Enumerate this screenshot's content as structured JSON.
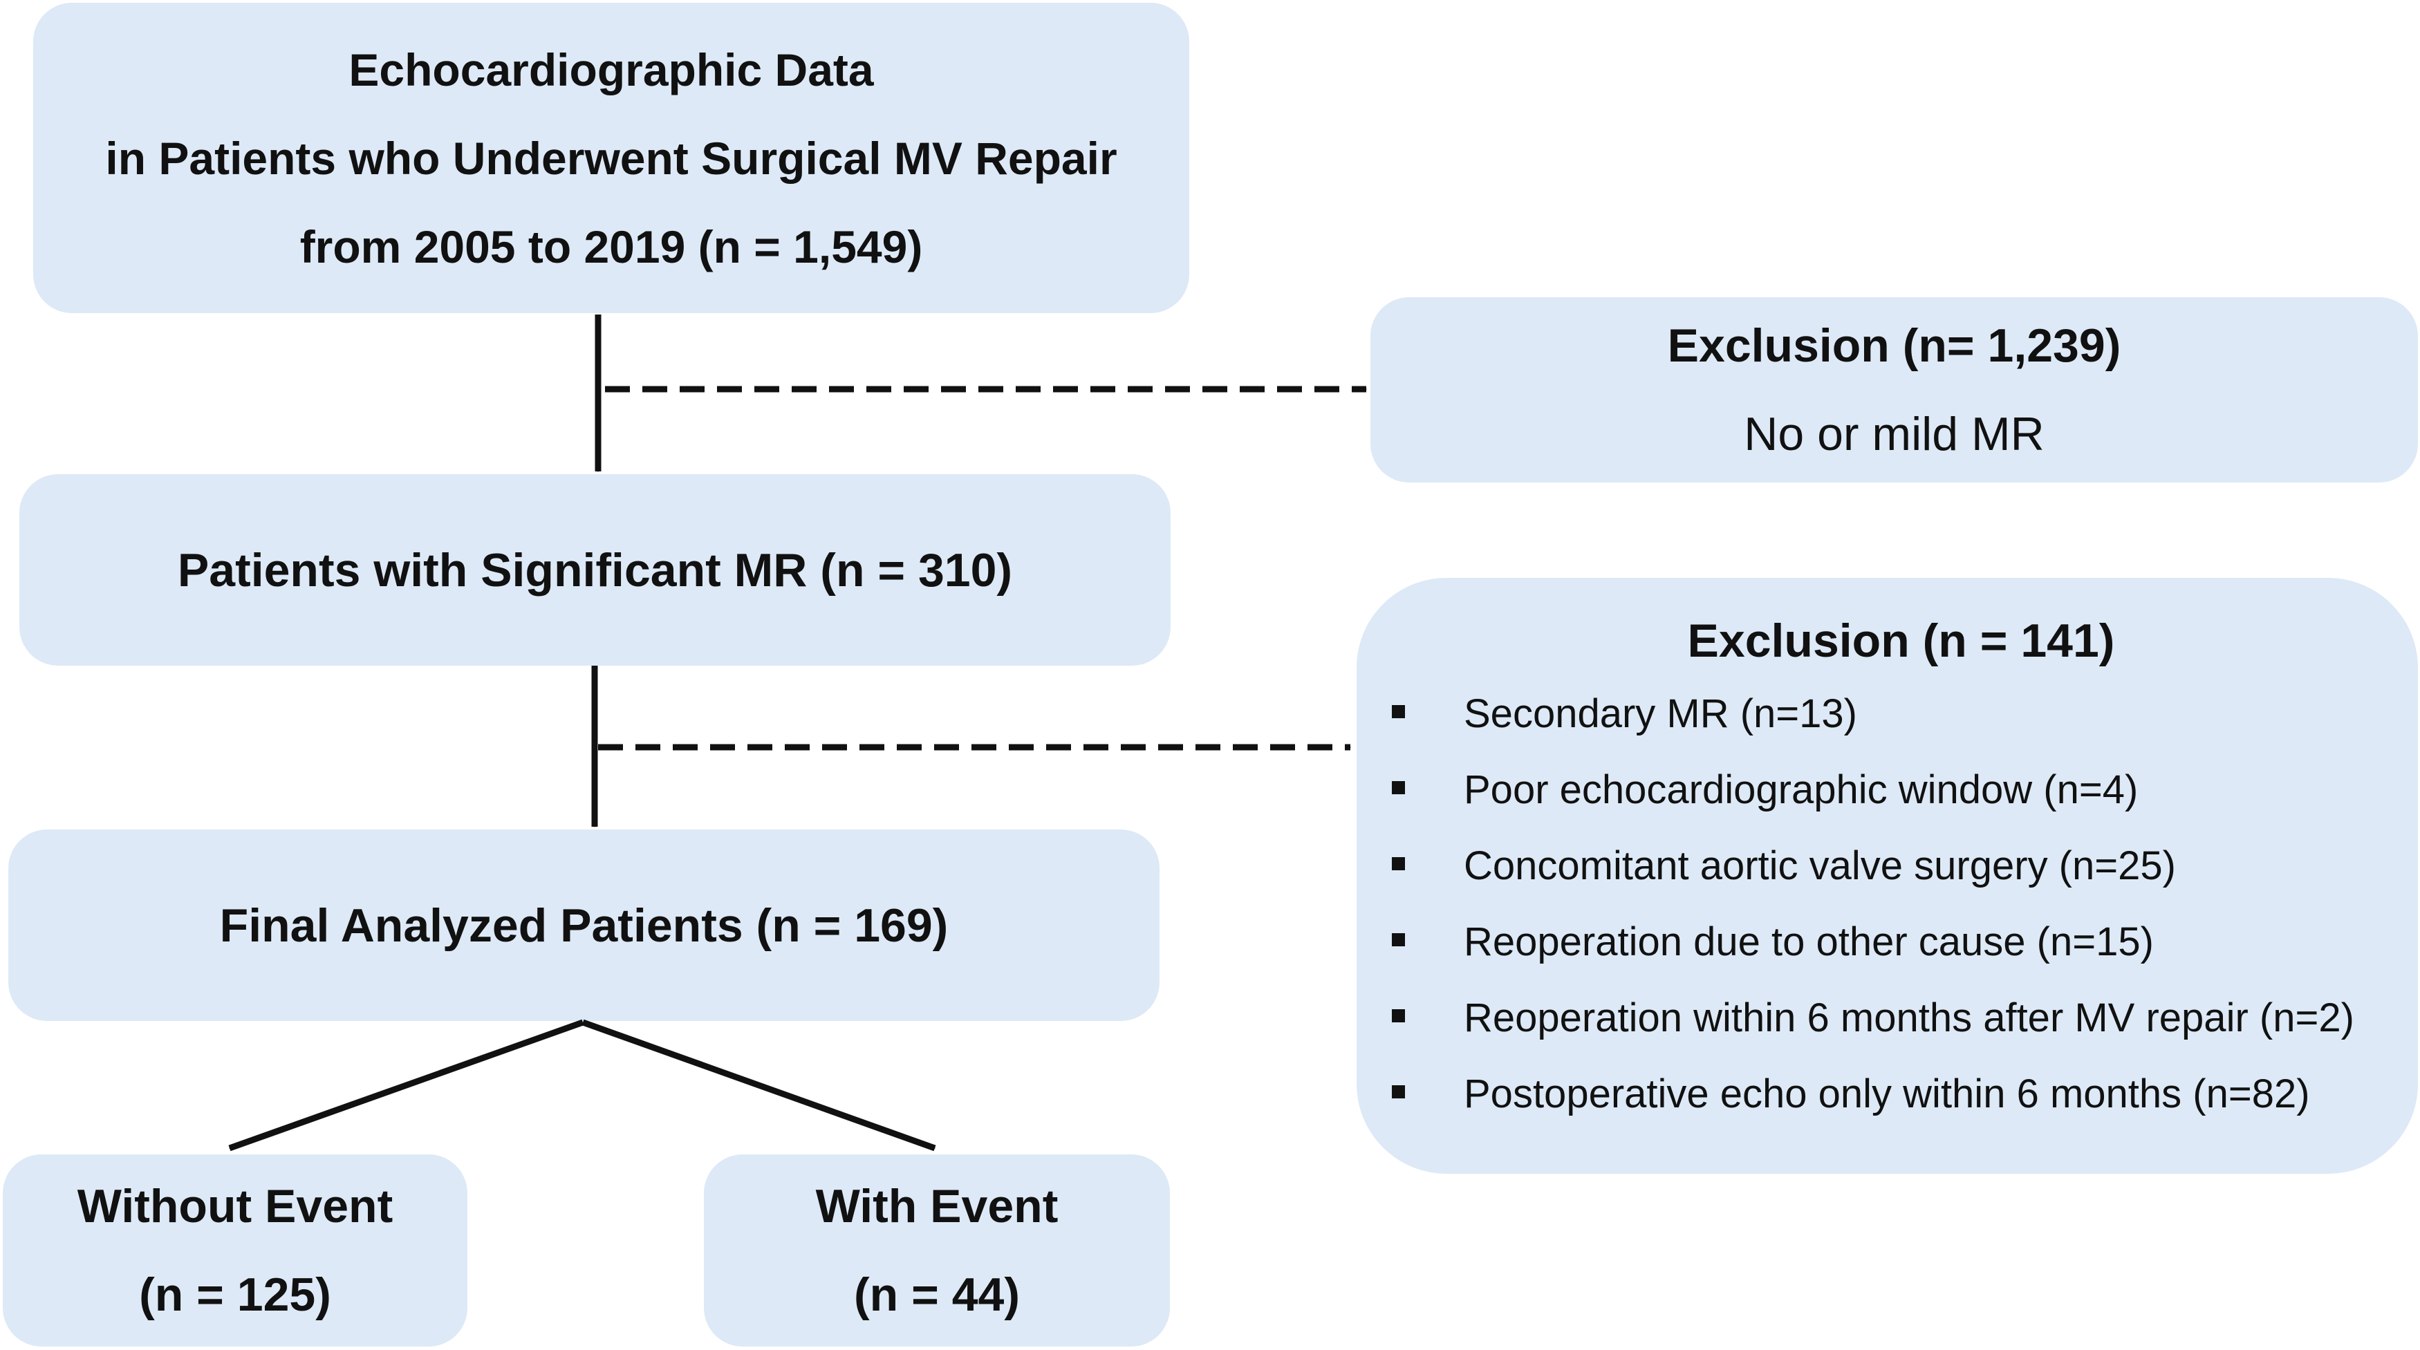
{
  "source": {
    "lines": [
      "Echocardiographic Data",
      "in Patients who Underwent Surgical MV Repair",
      "from 2005 to 2019  (n = 1,549)"
    ]
  },
  "exclusion_1": {
    "title": "Exclusion (n= 1,239)",
    "reason": "No or mild MR"
  },
  "significant": {
    "label": "Patients with Significant MR (n = 310)"
  },
  "exclusion_2": {
    "title": "Exclusion (n = 141)",
    "items": [
      "Secondary MR (n=13)",
      "Poor echocardiographic window (n=4)",
      "Concomitant aortic valve surgery (n=25)",
      "Reoperation due to other cause (n=15)",
      "Reoperation within 6 months after MV repair (n=2)",
      "Postoperative echo only within 6 months (n=82)"
    ]
  },
  "final": {
    "label": "Final Analyzed Patients (n = 169)"
  },
  "without_event": {
    "title": "Without Event",
    "count": "(n = 125)"
  },
  "with_event": {
    "title": "With Event",
    "count": "(n = 44)"
  },
  "colors": {
    "box_fill": "#dde9f6",
    "line": "#111111"
  }
}
